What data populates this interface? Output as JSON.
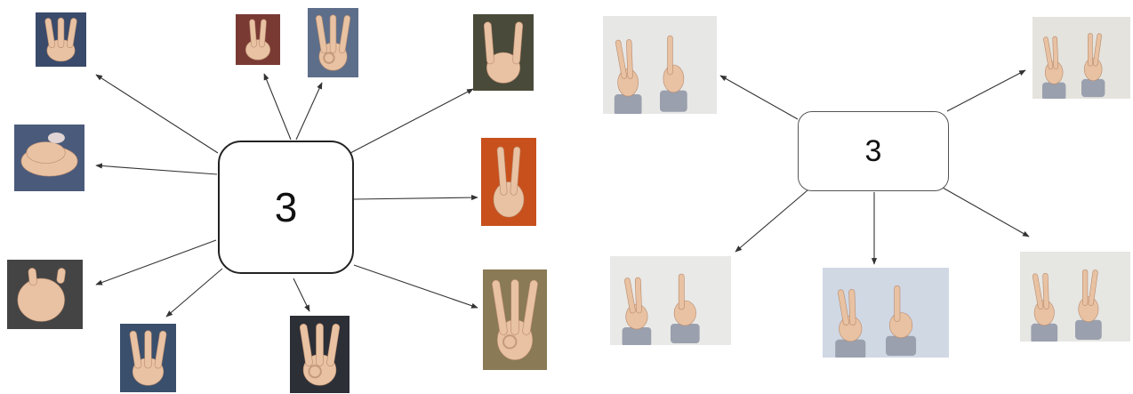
{
  "left_diagram": {
    "center_label": "3",
    "photo_count": 10
  },
  "right_diagram": {
    "center_label": "3",
    "photo_count": 5
  },
  "colors": {
    "arrow": "#333333",
    "box_border": "#222222",
    "skin": "#e8c2a2",
    "sleeve_gray": "#9aa0ad"
  }
}
